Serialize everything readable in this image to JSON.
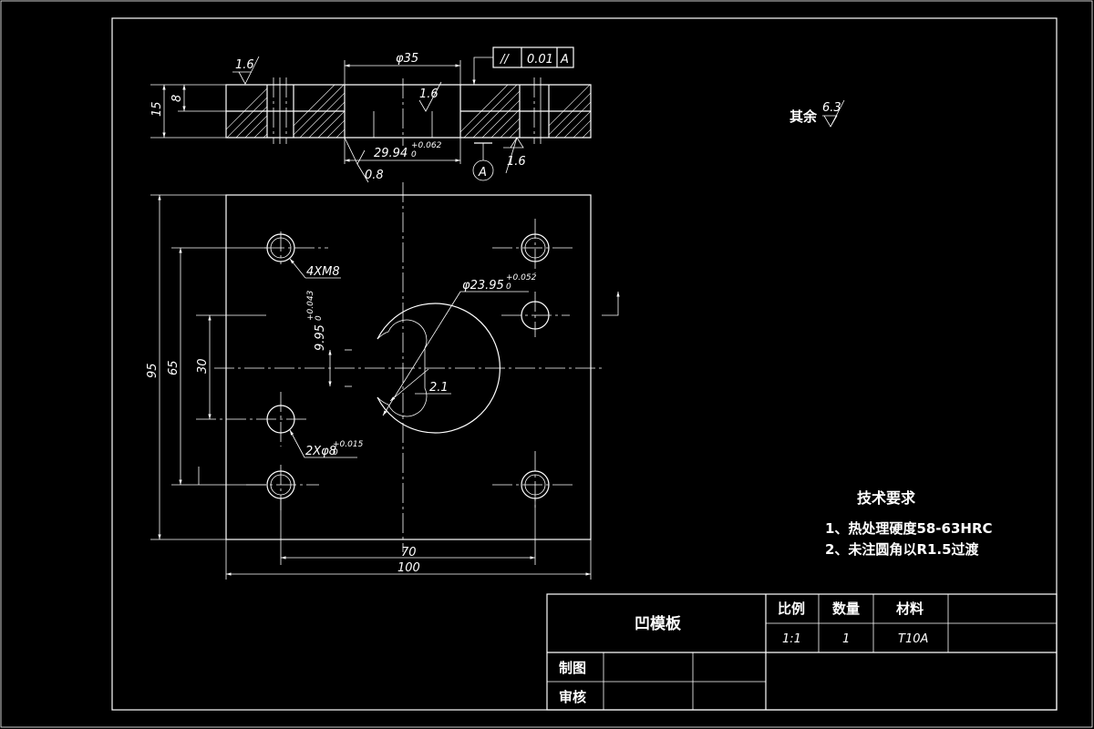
{
  "section_view": {
    "dim_phi35": "φ35",
    "rough_top_left": "1.6",
    "rough_mid": "1.6",
    "rough_bottom_right": "1.6",
    "rough_bottom_left": "0.8",
    "dim_8": "8",
    "dim_15": "15",
    "dim_bore": "29.94",
    "dim_bore_tol": "+0.062",
    "dim_bore_tol_low": "0",
    "tolerance_frame": {
      "symbol": "//",
      "value": "0.01",
      "datum": "A"
    },
    "datum_label": "A"
  },
  "plan_view": {
    "thread_callout": "4XM8",
    "pin_callout": "2Xφ8",
    "pin_tol": "+0.015",
    "pin_tol_low": "0",
    "die_dia": "φ23.95",
    "die_tol": "+0.052",
    "die_tol_low": "0",
    "slot_width": "9.95",
    "slot_tol": "+0.043",
    "slot_tol_low": "0",
    "radius_note": "2.1",
    "dim_95": "95",
    "dim_65": "65",
    "dim_30": "30",
    "dim_70": "70",
    "dim_100": "100"
  },
  "remaining_roughness": {
    "label": "其余",
    "value": "6.3"
  },
  "tech_requirements": {
    "title": "技术要求",
    "items": [
      "1、热处理硬度58-63HRC",
      "2、未注圆角以R1.5过渡"
    ]
  },
  "title_block": {
    "part_name": "凹模板",
    "scale_label": "比例",
    "qty_label": "数量",
    "material_label": "材料",
    "scale_value": "1:1",
    "qty_value": "1",
    "material_value": "T10A",
    "drawn_label": "制图",
    "checked_label": "审核"
  }
}
